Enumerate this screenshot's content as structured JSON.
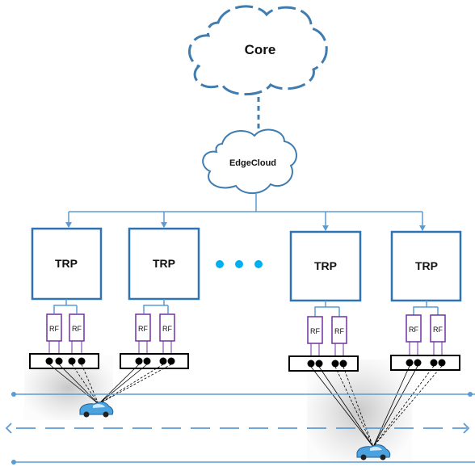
{
  "core": {
    "label": "Core"
  },
  "edge_cloud": {
    "label": "EdgeCloud"
  },
  "trps": [
    {
      "label": "TRP",
      "rf": [
        "RF",
        "RF"
      ]
    },
    {
      "label": "TRP",
      "rf": [
        "RF",
        "RF"
      ]
    },
    {
      "label": "TRP",
      "rf": [
        "RF",
        "RF"
      ]
    },
    {
      "label": "TRP",
      "rf": [
        "RF",
        "RF"
      ]
    }
  ],
  "colors": {
    "cloud_stroke": "#3f7cb0",
    "trp_box": "#2e74b5",
    "connector": "#5b9bd5",
    "rf_box": "#7030a0",
    "dot": "#00b0f0",
    "antenna_strip": "#000000",
    "road_line": "#5b9bd5"
  },
  "icons": {
    "ellipsis": "three-dots-icon",
    "vehicle": "car-icon"
  }
}
